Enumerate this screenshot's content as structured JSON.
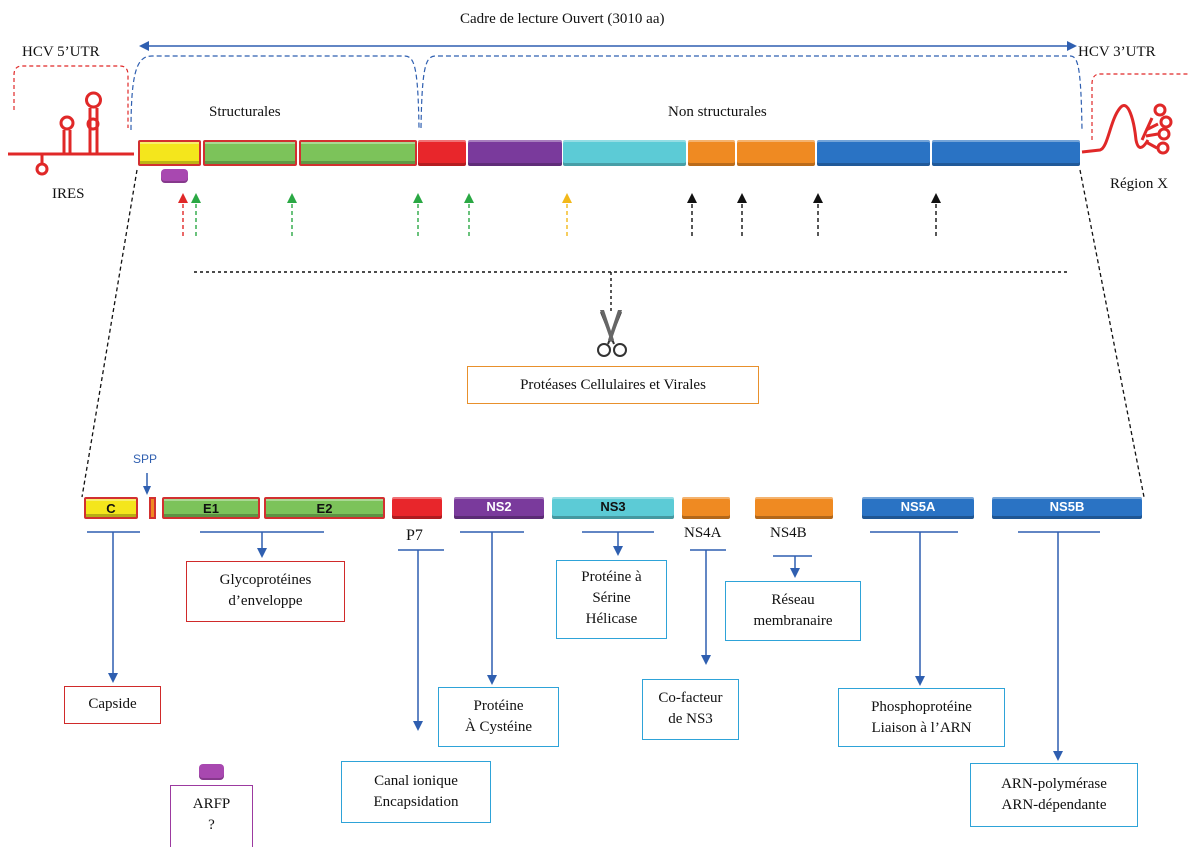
{
  "header": {
    "title": "Cadre de lecture Ouvert (3010  aa)",
    "utr5": "HCV  5’UTR",
    "utr3": "HCV  3’UTR",
    "ires": "IRES",
    "region_x": "Région X"
  },
  "regions": {
    "structural": "Structurales",
    "non_structural": "Non structurales"
  },
  "proteases": "Protéases Cellulaires  et Virales",
  "spp": "SPP",
  "proteins": {
    "c": "C",
    "e1": "E1",
    "e2": "E2",
    "ns2": "NS2",
    "ns3": "NS3",
    "p7": "P7",
    "ns4a": "NS4A",
    "ns4b": "NS4B",
    "ns5a": "NS5A",
    "ns5b": "NS5B"
  },
  "functions": {
    "glyco": [
      "Glycoprotéines",
      "d’enveloppe"
    ],
    "capside": "Capside",
    "arfp": [
      "ARFP",
      "?"
    ],
    "canal": [
      "Canal ionique",
      "Encapsidation"
    ],
    "cysteine": [
      "Protéine",
      "À Cystéine"
    ],
    "serine": [
      "Protéine à",
      "Sérine",
      "Hélicase"
    ],
    "cofacteur": [
      "Co-facteur",
      "de NS3"
    ],
    "reseau": [
      "Réseau",
      "membranaire"
    ],
    "phospho": [
      "Phosphoprotéine",
      "Liaison à l’ARN"
    ],
    "polymerase": [
      "ARN-polymérase",
      "ARN-dépendante"
    ]
  },
  "colors": {
    "yellow": "#f4e61c",
    "green": "#7cc35a",
    "red": "#e8262b",
    "purple": "#7a3a9c",
    "cyan": "#5ccbd6",
    "orange": "#ef8a22",
    "blue": "#2a73c4",
    "arrow_blue": "#2f5fb0",
    "arfp_magenta": "#a848b0"
  }
}
